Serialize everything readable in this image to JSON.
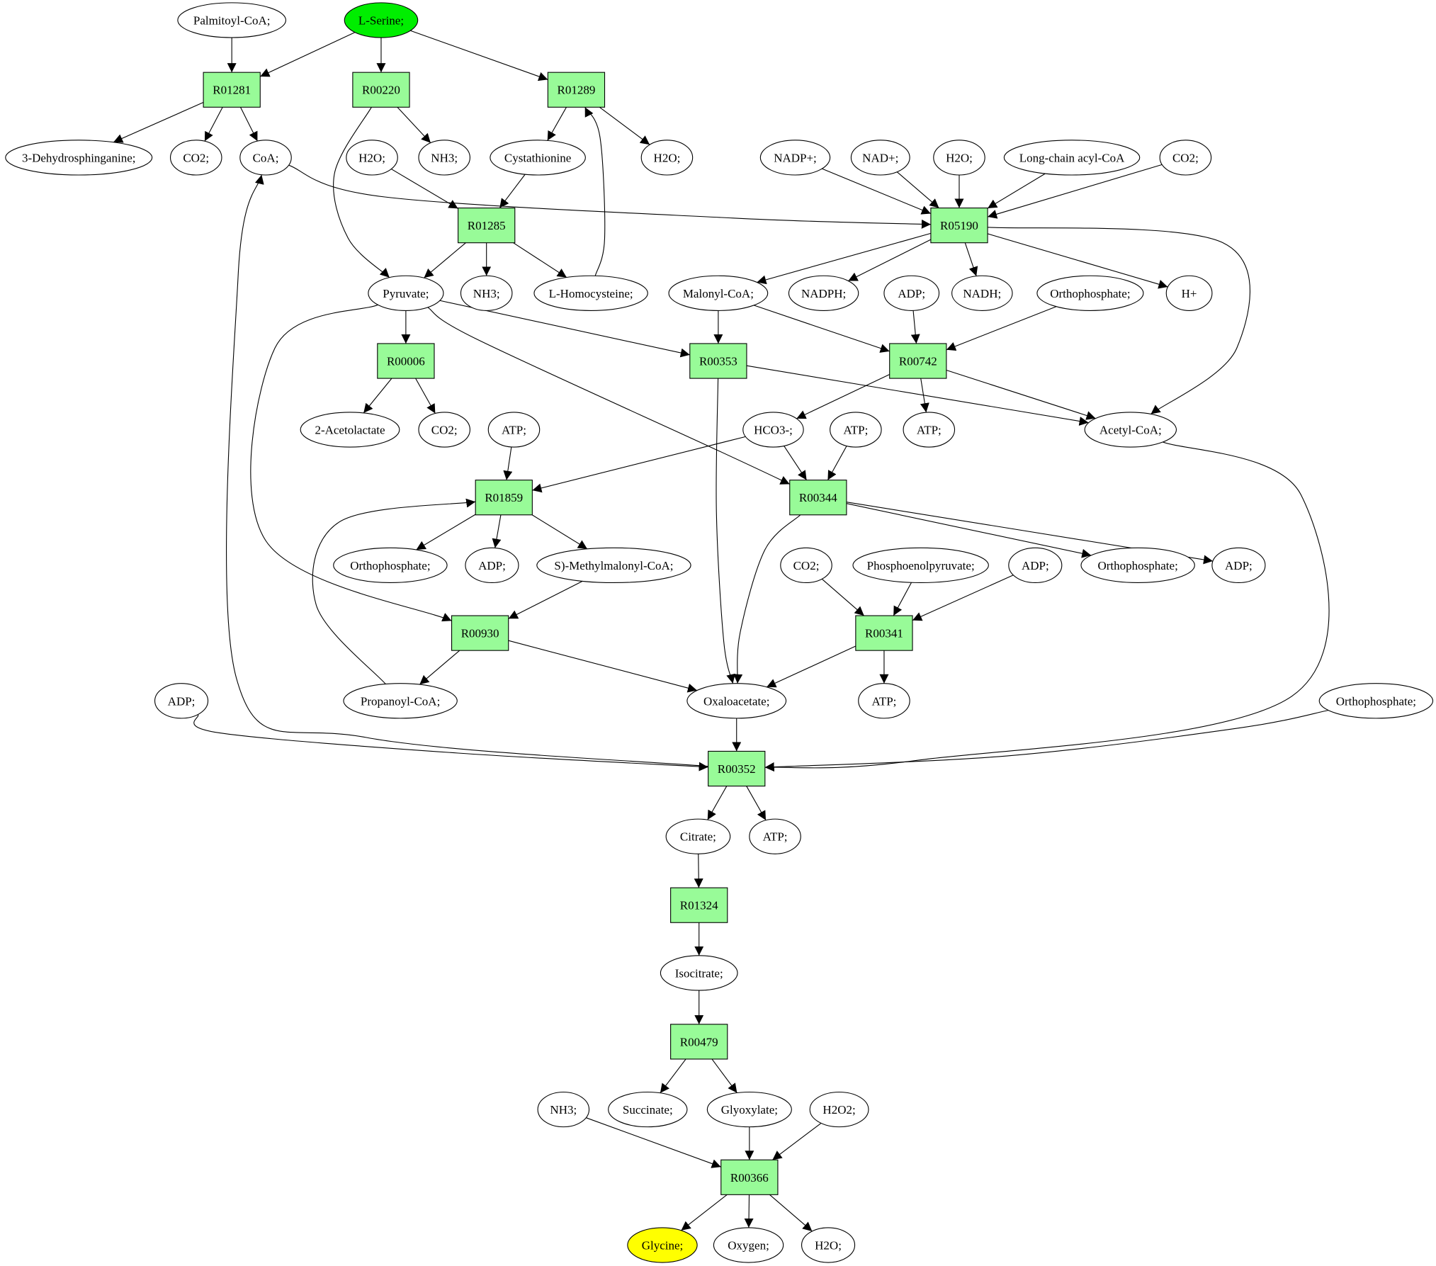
{
  "colors": {
    "reaction_fill": "#98fb98",
    "compound_fill": "#ffffff",
    "start_fill": "#00ee00",
    "end_fill": "#ffff00",
    "stroke": "#000000"
  },
  "nodes": [
    {
      "id": "palmitoyl_coa",
      "type": "compound",
      "label": "Palmitoyl-CoA;"
    },
    {
      "id": "l_serine",
      "type": "start",
      "label": "L-Serine;"
    },
    {
      "id": "r01281",
      "type": "reaction",
      "label": "R01281"
    },
    {
      "id": "r00220",
      "type": "reaction",
      "label": "R00220"
    },
    {
      "id": "r01289",
      "type": "reaction",
      "label": "R01289"
    },
    {
      "id": "dehydrosphinganine",
      "type": "compound",
      "label": "3-Dehydrosphinganine;"
    },
    {
      "id": "co2_a",
      "type": "compound",
      "label": "CO2;"
    },
    {
      "id": "coa",
      "type": "compound",
      "label": "CoA;"
    },
    {
      "id": "h2o_a",
      "type": "compound",
      "label": "H2O;"
    },
    {
      "id": "nh3_a",
      "type": "compound",
      "label": "NH3;"
    },
    {
      "id": "cystathionine",
      "type": "compound",
      "label": "Cystathionine"
    },
    {
      "id": "h2o_b",
      "type": "compound",
      "label": "H2O;"
    },
    {
      "id": "nadp",
      "type": "compound",
      "label": "NADP+;"
    },
    {
      "id": "nad",
      "type": "compound",
      "label": "NAD+;"
    },
    {
      "id": "h2o_c",
      "type": "compound",
      "label": "H2O;"
    },
    {
      "id": "lcacyl",
      "type": "compound",
      "label": "Long-chain acyl-CoA"
    },
    {
      "id": "co2_b",
      "type": "compound",
      "label": "CO2;"
    },
    {
      "id": "r01285",
      "type": "reaction",
      "label": "R01285"
    },
    {
      "id": "r05190",
      "type": "reaction",
      "label": "R05190"
    },
    {
      "id": "pyruvate",
      "type": "compound",
      "label": "Pyruvate;"
    },
    {
      "id": "nh3_b",
      "type": "compound",
      "label": "NH3;"
    },
    {
      "id": "homocysteine",
      "type": "compound",
      "label": "L-Homocysteine;"
    },
    {
      "id": "malonyl",
      "type": "compound",
      "label": "Malonyl-CoA;"
    },
    {
      "id": "nadph",
      "type": "compound",
      "label": "NADPH;"
    },
    {
      "id": "adp_a",
      "type": "compound",
      "label": "ADP;"
    },
    {
      "id": "nadh",
      "type": "compound",
      "label": "NADH;"
    },
    {
      "id": "pi_a",
      "type": "compound",
      "label": "Orthophosphate;"
    },
    {
      "id": "hplus",
      "type": "compound",
      "label": "H+"
    },
    {
      "id": "r00006",
      "type": "reaction",
      "label": "R00006"
    },
    {
      "id": "r00353",
      "type": "reaction",
      "label": "R00353"
    },
    {
      "id": "r00742",
      "type": "reaction",
      "label": "R00742"
    },
    {
      "id": "acetolactate",
      "type": "compound",
      "label": "2-Acetolactate"
    },
    {
      "id": "co2_c",
      "type": "compound",
      "label": "CO2;"
    },
    {
      "id": "atp_a",
      "type": "compound",
      "label": "ATP;"
    },
    {
      "id": "hco3",
      "type": "compound",
      "label": "HCO3-;"
    },
    {
      "id": "atp_b",
      "type": "compound",
      "label": "ATP;"
    },
    {
      "id": "atp_c",
      "type": "compound",
      "label": "ATP;"
    },
    {
      "id": "acetyl",
      "type": "compound",
      "label": "Acetyl-CoA;"
    },
    {
      "id": "r01859",
      "type": "reaction",
      "label": "R01859"
    },
    {
      "id": "r00344",
      "type": "reaction",
      "label": "R00344"
    },
    {
      "id": "pi_b",
      "type": "compound",
      "label": "Orthophosphate;"
    },
    {
      "id": "adp_b",
      "type": "compound",
      "label": "ADP;"
    },
    {
      "id": "methylmalonyl",
      "type": "compound",
      "label": "S)-Methylmalonyl-CoA;"
    },
    {
      "id": "co2_d",
      "type": "compound",
      "label": "CO2;"
    },
    {
      "id": "pep",
      "type": "compound",
      "label": "Phosphoenolpyruvate;"
    },
    {
      "id": "adp_c",
      "type": "compound",
      "label": "ADP;"
    },
    {
      "id": "pi_c",
      "type": "compound",
      "label": "Orthophosphate;"
    },
    {
      "id": "adp_d",
      "type": "compound",
      "label": "ADP;"
    },
    {
      "id": "r00930",
      "type": "reaction",
      "label": "R00930"
    },
    {
      "id": "r00341",
      "type": "reaction",
      "label": "R00341"
    },
    {
      "id": "adp_e",
      "type": "compound",
      "label": "ADP;"
    },
    {
      "id": "propanoyl",
      "type": "compound",
      "label": "Propanoyl-CoA;"
    },
    {
      "id": "oxaloacetate",
      "type": "compound",
      "label": "Oxaloacetate;"
    },
    {
      "id": "atp_d",
      "type": "compound",
      "label": "ATP;"
    },
    {
      "id": "pi_d",
      "type": "compound",
      "label": "Orthophosphate;"
    },
    {
      "id": "r00352",
      "type": "reaction",
      "label": "R00352"
    },
    {
      "id": "citrate",
      "type": "compound",
      "label": "Citrate;"
    },
    {
      "id": "atp_e",
      "type": "compound",
      "label": "ATP;"
    },
    {
      "id": "r01324",
      "type": "reaction",
      "label": "R01324"
    },
    {
      "id": "isocitrate",
      "type": "compound",
      "label": "Isocitrate;"
    },
    {
      "id": "r00479",
      "type": "reaction",
      "label": "R00479"
    },
    {
      "id": "nh3_c",
      "type": "compound",
      "label": "NH3;"
    },
    {
      "id": "succinate",
      "type": "compound",
      "label": "Succinate;"
    },
    {
      "id": "glyoxylate",
      "type": "compound",
      "label": "Glyoxylate;"
    },
    {
      "id": "h2o2",
      "type": "compound",
      "label": "H2O2;"
    },
    {
      "id": "r00366",
      "type": "reaction",
      "label": "R00366"
    },
    {
      "id": "glycine",
      "type": "end",
      "label": "Glycine;"
    },
    {
      "id": "oxygen",
      "type": "compound",
      "label": "Oxygen;"
    },
    {
      "id": "h2o_d",
      "type": "compound",
      "label": "H2O;"
    }
  ],
  "edges": [
    [
      "palmitoyl_coa",
      "r01281"
    ],
    [
      "l_serine",
      "r01281"
    ],
    [
      "l_serine",
      "r00220"
    ],
    [
      "l_serine",
      "r01289"
    ],
    [
      "r01281",
      "dehydrosphinganine"
    ],
    [
      "r01281",
      "co2_a"
    ],
    [
      "r01281",
      "coa"
    ],
    [
      "r00220",
      "nh3_a"
    ],
    [
      "r00220",
      "pyruvate"
    ],
    [
      "r01289",
      "cystathionine"
    ],
    [
      "r01289",
      "h2o_b"
    ],
    [
      "coa",
      "r05190"
    ],
    [
      "h2o_a",
      "r01285"
    ],
    [
      "cystathionine",
      "r01285"
    ],
    [
      "nadp",
      "r05190"
    ],
    [
      "nad",
      "r05190"
    ],
    [
      "h2o_c",
      "r05190"
    ],
    [
      "lcacyl",
      "r05190"
    ],
    [
      "co2_b",
      "r05190"
    ],
    [
      "r01285",
      "pyruvate"
    ],
    [
      "r01285",
      "nh3_b"
    ],
    [
      "r01285",
      "homocysteine"
    ],
    [
      "homocysteine",
      "r01289"
    ],
    [
      "r05190",
      "malonyl"
    ],
    [
      "r05190",
      "nadph"
    ],
    [
      "r05190",
      "nadh"
    ],
    [
      "r05190",
      "hplus"
    ],
    [
      "r05190",
      "acetyl"
    ],
    [
      "pyruvate",
      "r00006"
    ],
    [
      "pyruvate",
      "r00353"
    ],
    [
      "pyruvate",
      "r00344"
    ],
    [
      "pyruvate",
      "r00930"
    ],
    [
      "malonyl",
      "r00353"
    ],
    [
      "malonyl",
      "r00742"
    ],
    [
      "adp_a",
      "r00742"
    ],
    [
      "pi_a",
      "r00742"
    ],
    [
      "r00006",
      "acetolactate"
    ],
    [
      "r00006",
      "co2_c"
    ],
    [
      "r00353",
      "acetyl"
    ],
    [
      "r00353",
      "oxaloacetate"
    ],
    [
      "r00742",
      "hco3"
    ],
    [
      "r00742",
      "atp_c"
    ],
    [
      "r00742",
      "acetyl"
    ],
    [
      "atp_a",
      "r01859"
    ],
    [
      "hco3",
      "r01859"
    ],
    [
      "hco3",
      "r00344"
    ],
    [
      "atp_b",
      "r00344"
    ],
    [
      "acetyl",
      "r00352"
    ],
    [
      "r01859",
      "pi_b"
    ],
    [
      "r01859",
      "adp_b"
    ],
    [
      "r01859",
      "methylmalonyl"
    ],
    [
      "r00344",
      "pi_c"
    ],
    [
      "r00344",
      "adp_d"
    ],
    [
      "r00344",
      "oxaloacetate"
    ],
    [
      "methylmalonyl",
      "r00930"
    ],
    [
      "propanoyl",
      "r01859"
    ],
    [
      "co2_d",
      "r00341"
    ],
    [
      "pep",
      "r00341"
    ],
    [
      "adp_c",
      "r00341"
    ],
    [
      "r00930",
      "propanoyl"
    ],
    [
      "r00930",
      "oxaloacetate"
    ],
    [
      "r00341",
      "oxaloacetate"
    ],
    [
      "r00341",
      "atp_d"
    ],
    [
      "adp_e",
      "r00352"
    ],
    [
      "oxaloacetate",
      "r00352"
    ],
    [
      "pi_d",
      "r00352"
    ],
    [
      "r00352",
      "coa"
    ],
    [
      "r00352",
      "citrate"
    ],
    [
      "r00352",
      "atp_e"
    ],
    [
      "citrate",
      "r01324"
    ],
    [
      "r01324",
      "isocitrate"
    ],
    [
      "isocitrate",
      "r00479"
    ],
    [
      "r00479",
      "succinate"
    ],
    [
      "r00479",
      "glyoxylate"
    ],
    [
      "nh3_c",
      "r00366"
    ],
    [
      "glyoxylate",
      "r00366"
    ],
    [
      "h2o2",
      "r00366"
    ],
    [
      "r00366",
      "glycine"
    ],
    [
      "r00366",
      "oxygen"
    ],
    [
      "r00366",
      "h2o_d"
    ]
  ]
}
